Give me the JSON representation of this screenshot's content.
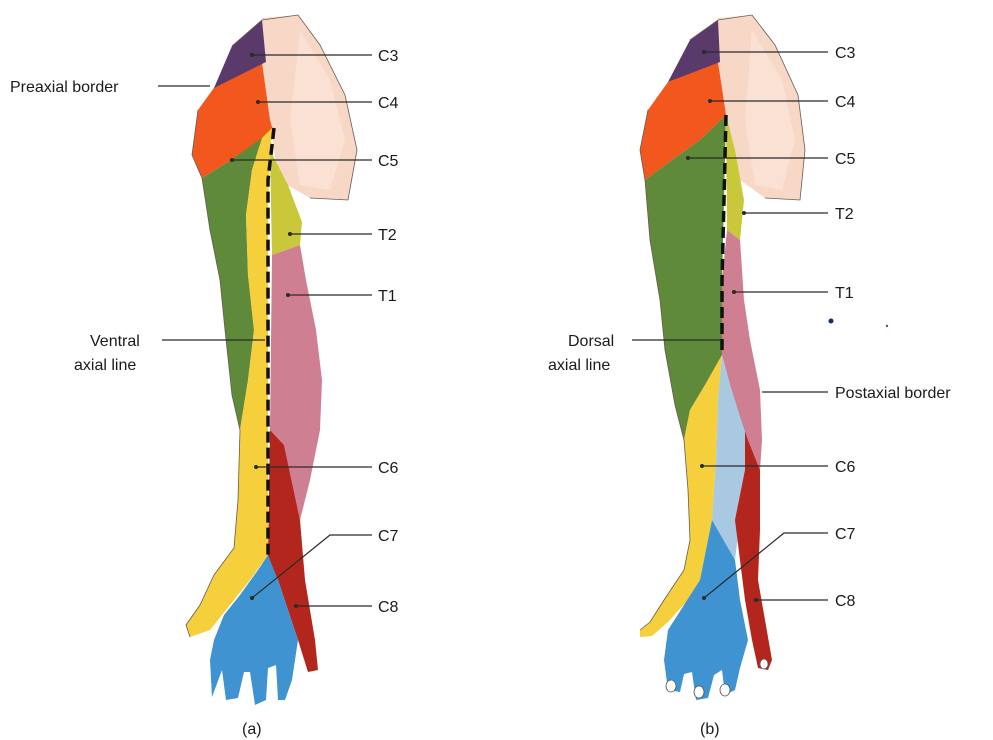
{
  "colors": {
    "C3": "#5a3a6a",
    "C4": "#f2571e",
    "C5": "#5e8a3a",
    "C6": "#f5cf3c",
    "C7": "#3f93d0",
    "C7_light": "#a9c9e2",
    "C8": "#b3261e",
    "T1": "#cf7f92",
    "T2": "#c8c83a",
    "skin": "#f7d8c6"
  },
  "panel_a": {
    "caption": "(a)",
    "labels": {
      "preaxial": "Preaxial border",
      "c3": "C3",
      "c4": "C4",
      "c5": "C5",
      "t2": "T2",
      "t1": "T1",
      "ventral_line_1": "Ventral",
      "ventral_line_2": "axial line",
      "c6": "C6",
      "c7": "C7",
      "c8": "C8"
    }
  },
  "panel_b": {
    "caption": "(b)",
    "labels": {
      "c3": "C3",
      "c4": "C4",
      "c5": "C5",
      "t2": "T2",
      "t1": "T1",
      "dorsal_line_1": "Dorsal",
      "dorsal_line_2": "axial line",
      "postaxial": "Postaxial border",
      "c6": "C6",
      "c7": "C7",
      "c8": "C8"
    }
  }
}
